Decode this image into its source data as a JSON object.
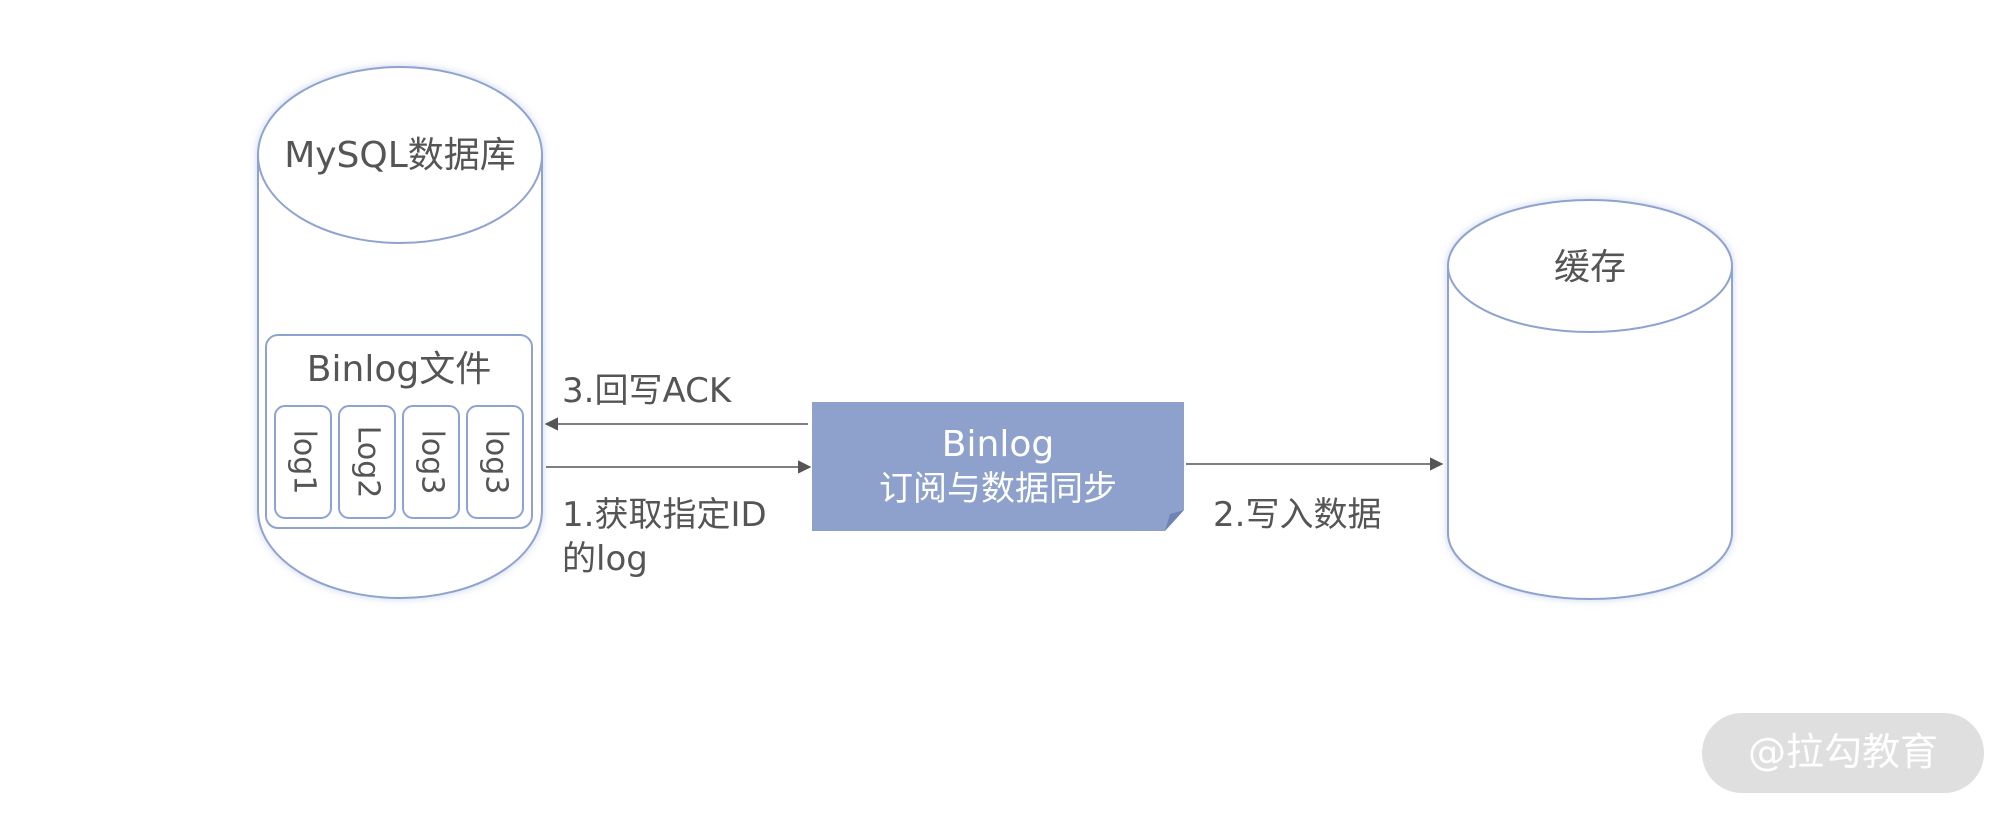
{
  "database": {
    "label": "MySQL数据库"
  },
  "binlog_file": {
    "title": "Binlog文件",
    "logs": [
      "log1",
      "Log2",
      "log3",
      "log3"
    ]
  },
  "processor": {
    "line1": "Binlog",
    "line2": "订阅与数据同步"
  },
  "cache": {
    "label": "缓存"
  },
  "arrows": {
    "ack": "3.回写ACK",
    "fetch_line1": "1.获取指定ID",
    "fetch_line2": "的log",
    "write": "2.写入数据"
  },
  "watermark": "@拉勾教育",
  "colors": {
    "outline": "#8fa3d1",
    "process_fill": "#8ea1cc",
    "text": "#555555",
    "arrow": "#555555"
  }
}
